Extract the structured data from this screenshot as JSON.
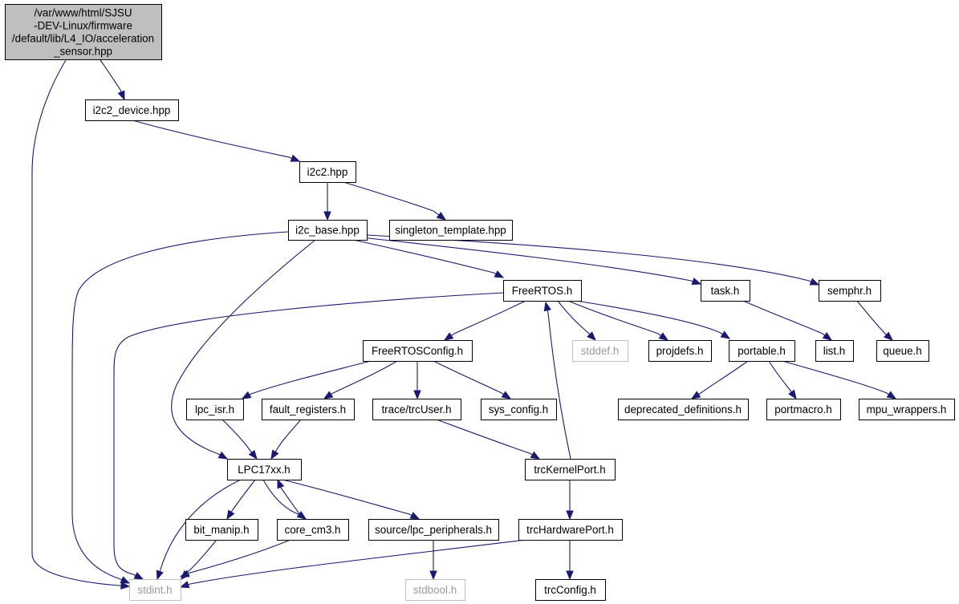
{
  "diagram": {
    "nodes": {
      "acceleration_sensor": [
        "/var/www/html/SJSU",
        "-DEV-Linux/firmware",
        "/default/lib/L4_IO/acceleration",
        "_sensor.hpp"
      ],
      "i2c2_device": [
        "i2c2_device.hpp"
      ],
      "i2c2": [
        "i2c2.hpp"
      ],
      "i2c_base": [
        "i2c_base.hpp"
      ],
      "singleton_template": [
        "singleton_template.hpp"
      ],
      "freertos": [
        "FreeRTOS.h"
      ],
      "task": [
        "task.h"
      ],
      "semphr": [
        "semphr.h"
      ],
      "freertosconfig": [
        "FreeRTOSConfig.h"
      ],
      "stddef": [
        "stddef.h"
      ],
      "projdefs": [
        "projdefs.h"
      ],
      "portable": [
        "portable.h"
      ],
      "list": [
        "list.h"
      ],
      "queue": [
        "queue.h"
      ],
      "lpc_isr": [
        "lpc_isr.h"
      ],
      "fault_registers": [
        "fault_registers.h"
      ],
      "trcuser": [
        "trace/trcUser.h"
      ],
      "sys_config": [
        "sys_config.h"
      ],
      "deprecated_definitions": [
        "deprecated_definitions.h"
      ],
      "portmacro": [
        "portmacro.h"
      ],
      "mpu_wrappers": [
        "mpu_wrappers.h"
      ],
      "lpc17xx": [
        "LPC17xx.h"
      ],
      "trckernelport": [
        "trcKernelPort.h"
      ],
      "bit_manip": [
        "bit_manip.h"
      ],
      "core_cm3": [
        "core_cm3.h"
      ],
      "lpc_peripherals": [
        "source/lpc_peripherals.h"
      ],
      "trchardwareport": [
        "trcHardwarePort.h"
      ],
      "stdint": [
        "stdint.h"
      ],
      "stdbool": [
        "stdbool.h"
      ],
      "trcconfig": [
        "trcConfig.h"
      ]
    },
    "edges": [
      [
        "acceleration_sensor",
        "i2c2_device"
      ],
      [
        "acceleration_sensor",
        "stdint"
      ],
      [
        "i2c2_device",
        "i2c2"
      ],
      [
        "i2c2",
        "i2c_base"
      ],
      [
        "i2c2",
        "singleton_template"
      ],
      [
        "i2c_base",
        "lpc17xx"
      ],
      [
        "i2c_base",
        "stdint"
      ],
      [
        "i2c_base",
        "freertos"
      ],
      [
        "i2c_base",
        "task"
      ],
      [
        "i2c_base",
        "semphr"
      ],
      [
        "freertos",
        "stdint"
      ],
      [
        "freertos",
        "freertosconfig"
      ],
      [
        "freertos",
        "stddef"
      ],
      [
        "freertos",
        "projdefs"
      ],
      [
        "freertos",
        "portable"
      ],
      [
        "task",
        "list"
      ],
      [
        "semphr",
        "queue"
      ],
      [
        "freertosconfig",
        "lpc_isr"
      ],
      [
        "freertosconfig",
        "fault_registers"
      ],
      [
        "freertosconfig",
        "trcuser"
      ],
      [
        "freertosconfig",
        "sys_config"
      ],
      [
        "portable",
        "deprecated_definitions"
      ],
      [
        "portable",
        "portmacro"
      ],
      [
        "portable",
        "mpu_wrappers"
      ],
      [
        "lpc_isr",
        "lpc17xx"
      ],
      [
        "fault_registers",
        "lpc17xx"
      ],
      [
        "trcuser",
        "trckernelport"
      ],
      [
        "trckernelport",
        "freertos"
      ],
      [
        "trckernelport",
        "trchardwareport"
      ],
      [
        "lpc17xx",
        "stdint"
      ],
      [
        "lpc17xx",
        "bit_manip"
      ],
      [
        "lpc17xx",
        "core_cm3"
      ],
      [
        "lpc17xx",
        "lpc_peripherals"
      ],
      [
        "core_cm3",
        "lpc17xx"
      ],
      [
        "core_cm3",
        "stdint"
      ],
      [
        "bit_manip",
        "stdint"
      ],
      [
        "lpc_peripherals",
        "stdbool"
      ],
      [
        "trchardwareport",
        "stdint"
      ],
      [
        "trchardwareport",
        "trcconfig"
      ]
    ]
  }
}
